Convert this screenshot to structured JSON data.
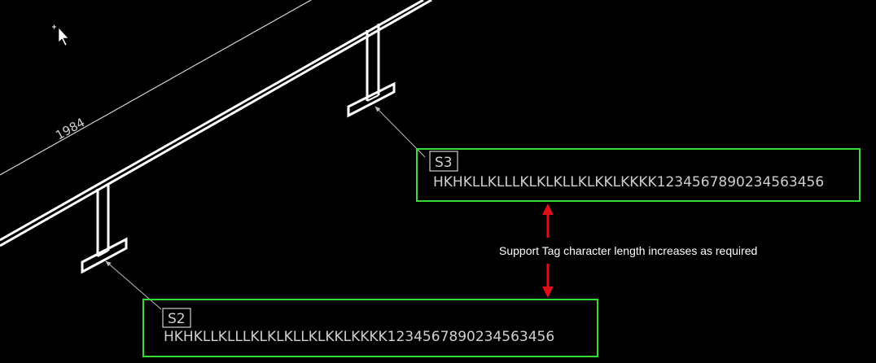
{
  "drawing": {
    "dimension_label": "1984",
    "supports": [
      {
        "tag": "S3",
        "description": "HKHKLLKLLLKLKLKLLKLKKLKKKK1234567890234563456"
      },
      {
        "tag": "S2",
        "description": "HKHKLLKLLLKLKLKLLKLKKLKKKK1234567890234563456"
      }
    ]
  },
  "annotation": {
    "text": "Support Tag character length increases as required"
  },
  "colors": {
    "background": "#000000",
    "geometry": "#ffffff",
    "leader": "#bdbdbd",
    "highlight_box": "#33dd33",
    "arrow": "#e0101a",
    "text": "#cfcfcf"
  }
}
